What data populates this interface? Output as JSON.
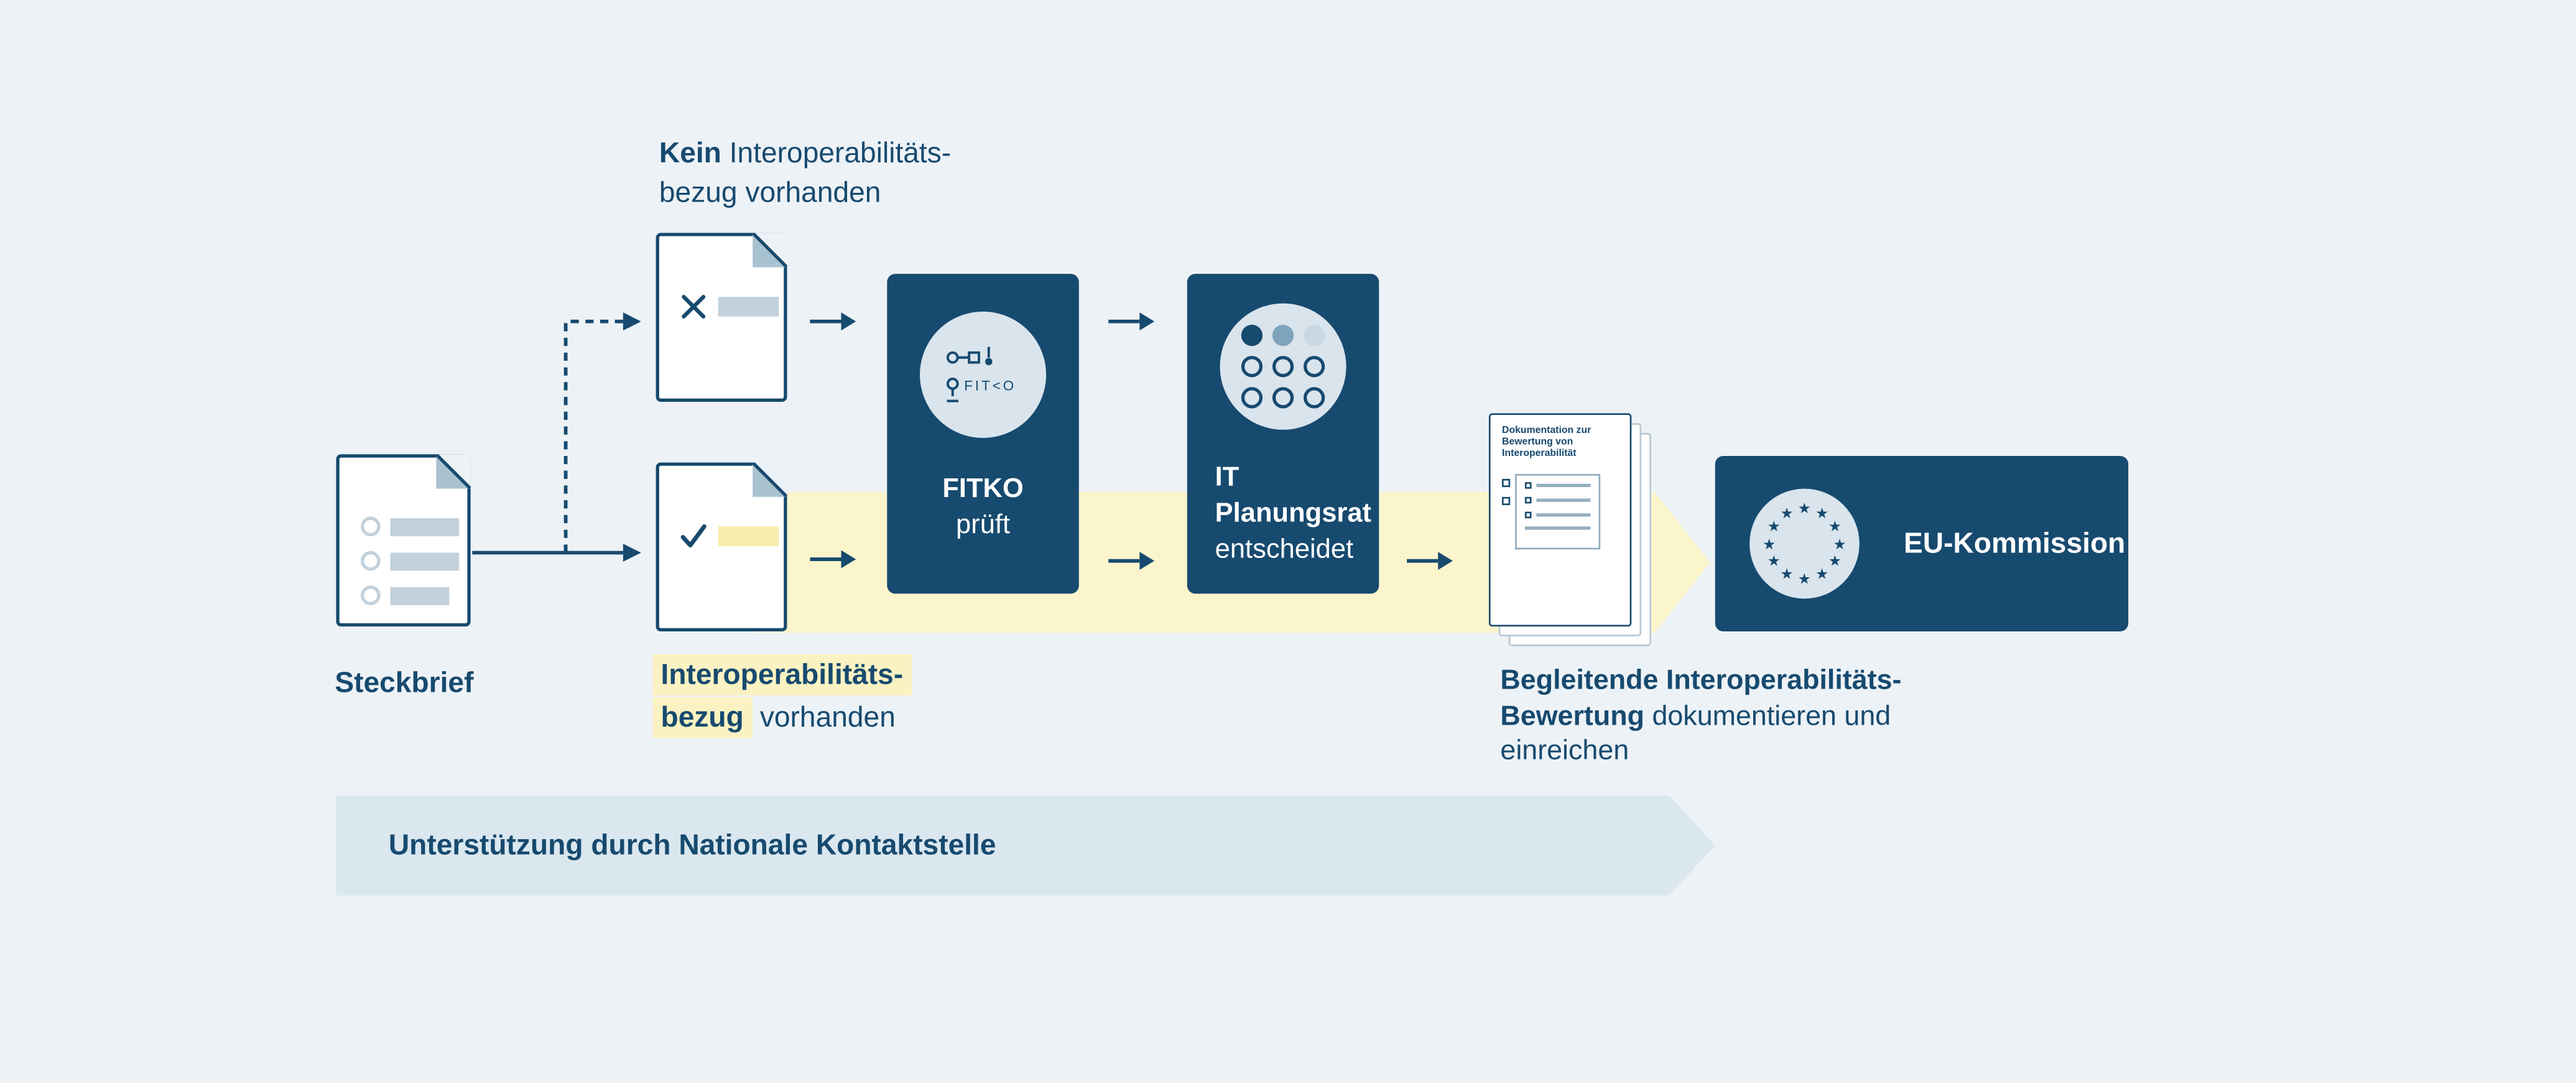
{
  "icons": {
    "star": "★"
  },
  "branch_no": {
    "line1_bold": "Kein",
    "line1_rest": " Interoperabilitäts-",
    "line2": "bezug vorhanden"
  },
  "steckbrief": {
    "label": "Steckbrief"
  },
  "branch_yes": {
    "line1_highlight": "Interoperabilitäts-",
    "line2_highlight": "bezug",
    "line2_rest": " vorhanden"
  },
  "fitko_box": {
    "logo": "FIT<O",
    "name": "FITKO",
    "action": "prüft"
  },
  "it_box": {
    "line1": "IT",
    "line2": "Planungsrat",
    "line3": "entscheidet"
  },
  "doc_stack": {
    "title_line1": "Dokumentation zur",
    "title_line2": "Bewertung von",
    "title_line3": "Interoperabilität"
  },
  "assessment": {
    "line1_bold": "Begleitende Interoperabilitäts-",
    "line2_bold": "Bewertung",
    "line2_rest": " dokumentieren und",
    "line3": "einreichen"
  },
  "eu_box": {
    "label": "EU-Kommission"
  },
  "support_band": {
    "label": "Unterstützung durch Nationale Kontaktstelle"
  },
  "colors": {
    "navy": "#174a6f",
    "flow_yellow": "#fbf5cc",
    "highlight_yellow": "#faf2c2",
    "band_blue": "#dae7ef",
    "badge_blue": "#d9e4ed",
    "background": "#edf2f6"
  }
}
